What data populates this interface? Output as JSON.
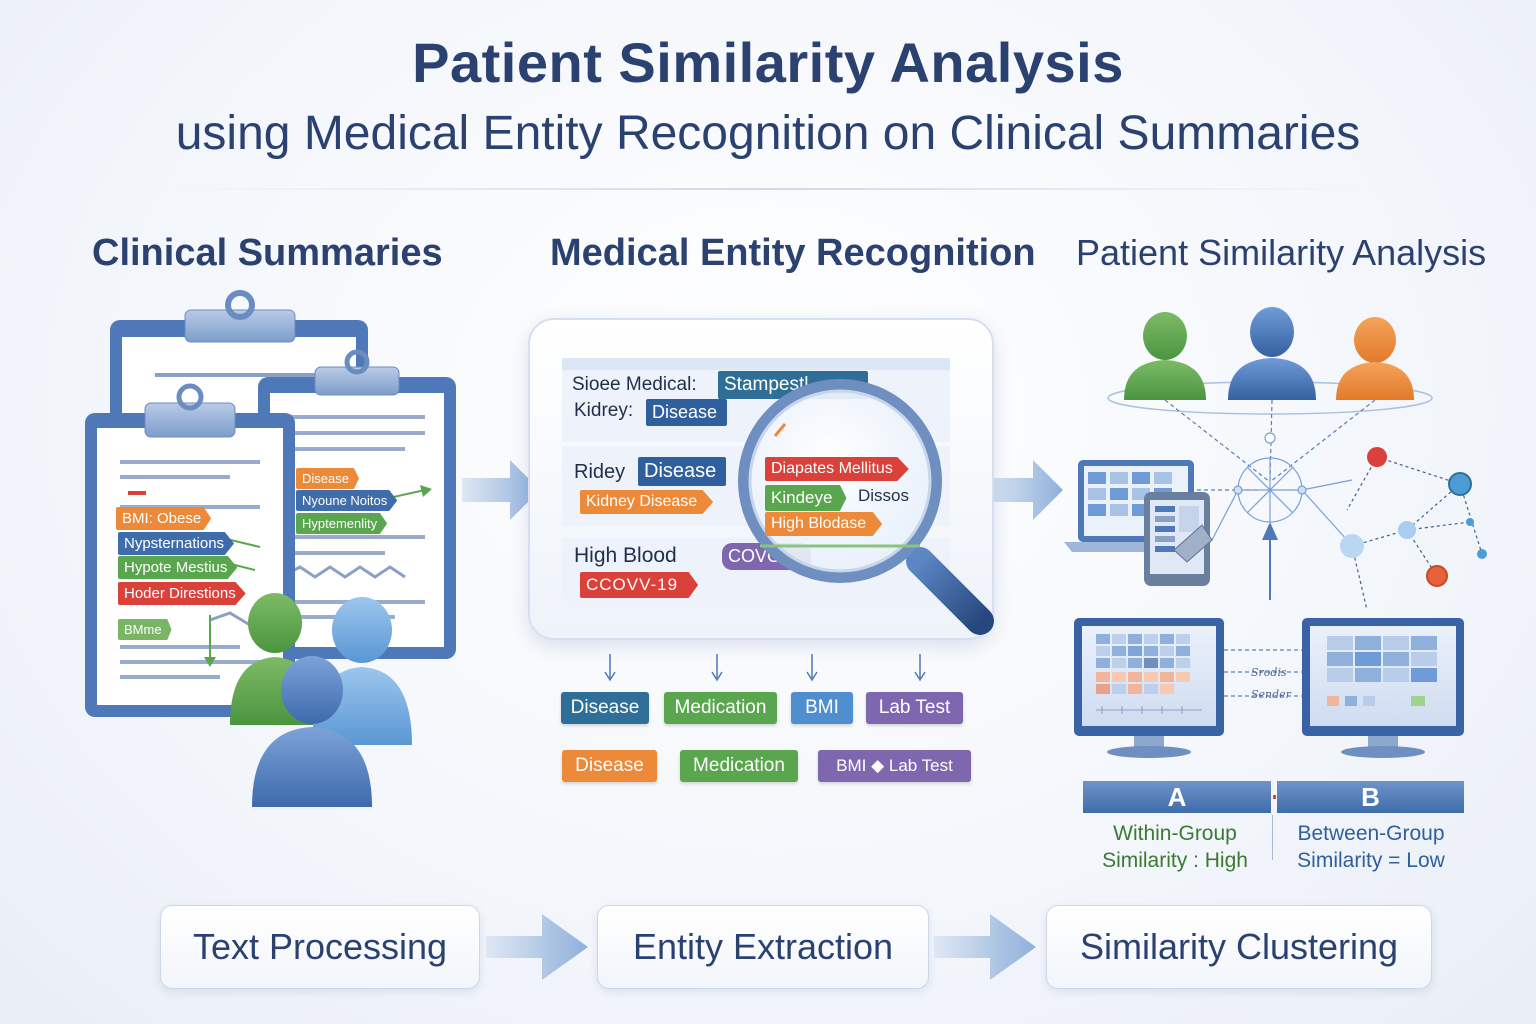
{
  "title": "Patient Similarity Analysis",
  "subtitle": "using Medical Entity Recognition on Clinical Summaries",
  "columns": {
    "left": "Clinical Summaries",
    "middle": "Medical Entity Recognition",
    "right": "Patient Similarity Analysis"
  },
  "clipboard_tags": {
    "front": [
      "BMI: Obese",
      "Nypsternations",
      "Hypote Mestius",
      "Hoder Direstions",
      "BMme"
    ],
    "back": [
      "Disease",
      "Nyoune Noitos",
      "Hyptemenlity"
    ]
  },
  "ner_panel": {
    "row1_text": "Sioee Medical:",
    "row1_tag": "Stampestl",
    "row2_text": "Kidrey:",
    "row2_tag": "Disease",
    "row3_text": "Ridey",
    "row3_tag": "Disease",
    "row3_sub": "Kidney Disease",
    "row4_text": "High Blood",
    "row4_tag": "COVO",
    "row4_sub": "CCOVV-19",
    "lens_tags": [
      "Diapates Mellitus",
      "Kindeye",
      "Dissos",
      "High Blodase"
    ]
  },
  "entity_pills": {
    "row1": [
      "Disease",
      "Medication",
      "BMI",
      "Lab Test"
    ],
    "row2": [
      "Disease",
      "Medication",
      "BMI ◆ Lab Test"
    ]
  },
  "monitor_labels": [
    "Srodis",
    "Sender"
  ],
  "groups": {
    "a_letter": "A",
    "b_letter": "B",
    "a_line1": "Within-Group",
    "a_line2": "Similarity : High",
    "b_line1": "Between-Group",
    "b_line2": "Similarity = Low"
  },
  "stages": [
    "Text Processing",
    "Entity Extraction",
    "Similarity Clustering"
  ],
  "colors": {
    "navy": "#2b4170",
    "blue": "#3f6cab",
    "green": "#5aa64e",
    "orange": "#ec8a3a",
    "red": "#d9413a",
    "purple": "#7f67b0",
    "teal": "#2f6f97"
  },
  "icons": [
    "clipboard-icon",
    "person-icon",
    "magnifier-icon",
    "laptop-icon",
    "tablet-icon",
    "network-icon",
    "monitor-icon",
    "arrow-right-icon",
    "arrow-down-icon"
  ]
}
